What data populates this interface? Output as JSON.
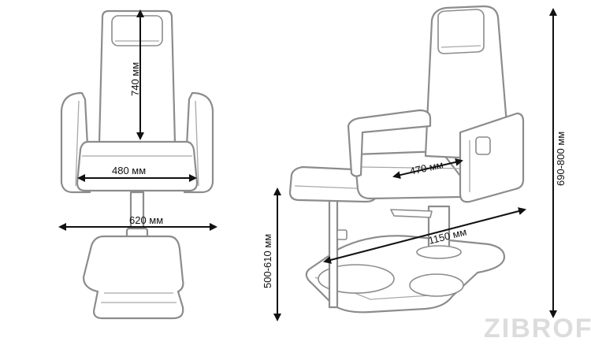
{
  "dimensions": {
    "height_back": "740 мм",
    "seat_width": "480 мм",
    "base_width": "620 мм",
    "seat_depth": "470 мм",
    "footrest_length": "1150 мм",
    "seat_height": "500-610 мм",
    "total_height": "690-800 мм"
  },
  "watermark": "ZIBROF"
}
